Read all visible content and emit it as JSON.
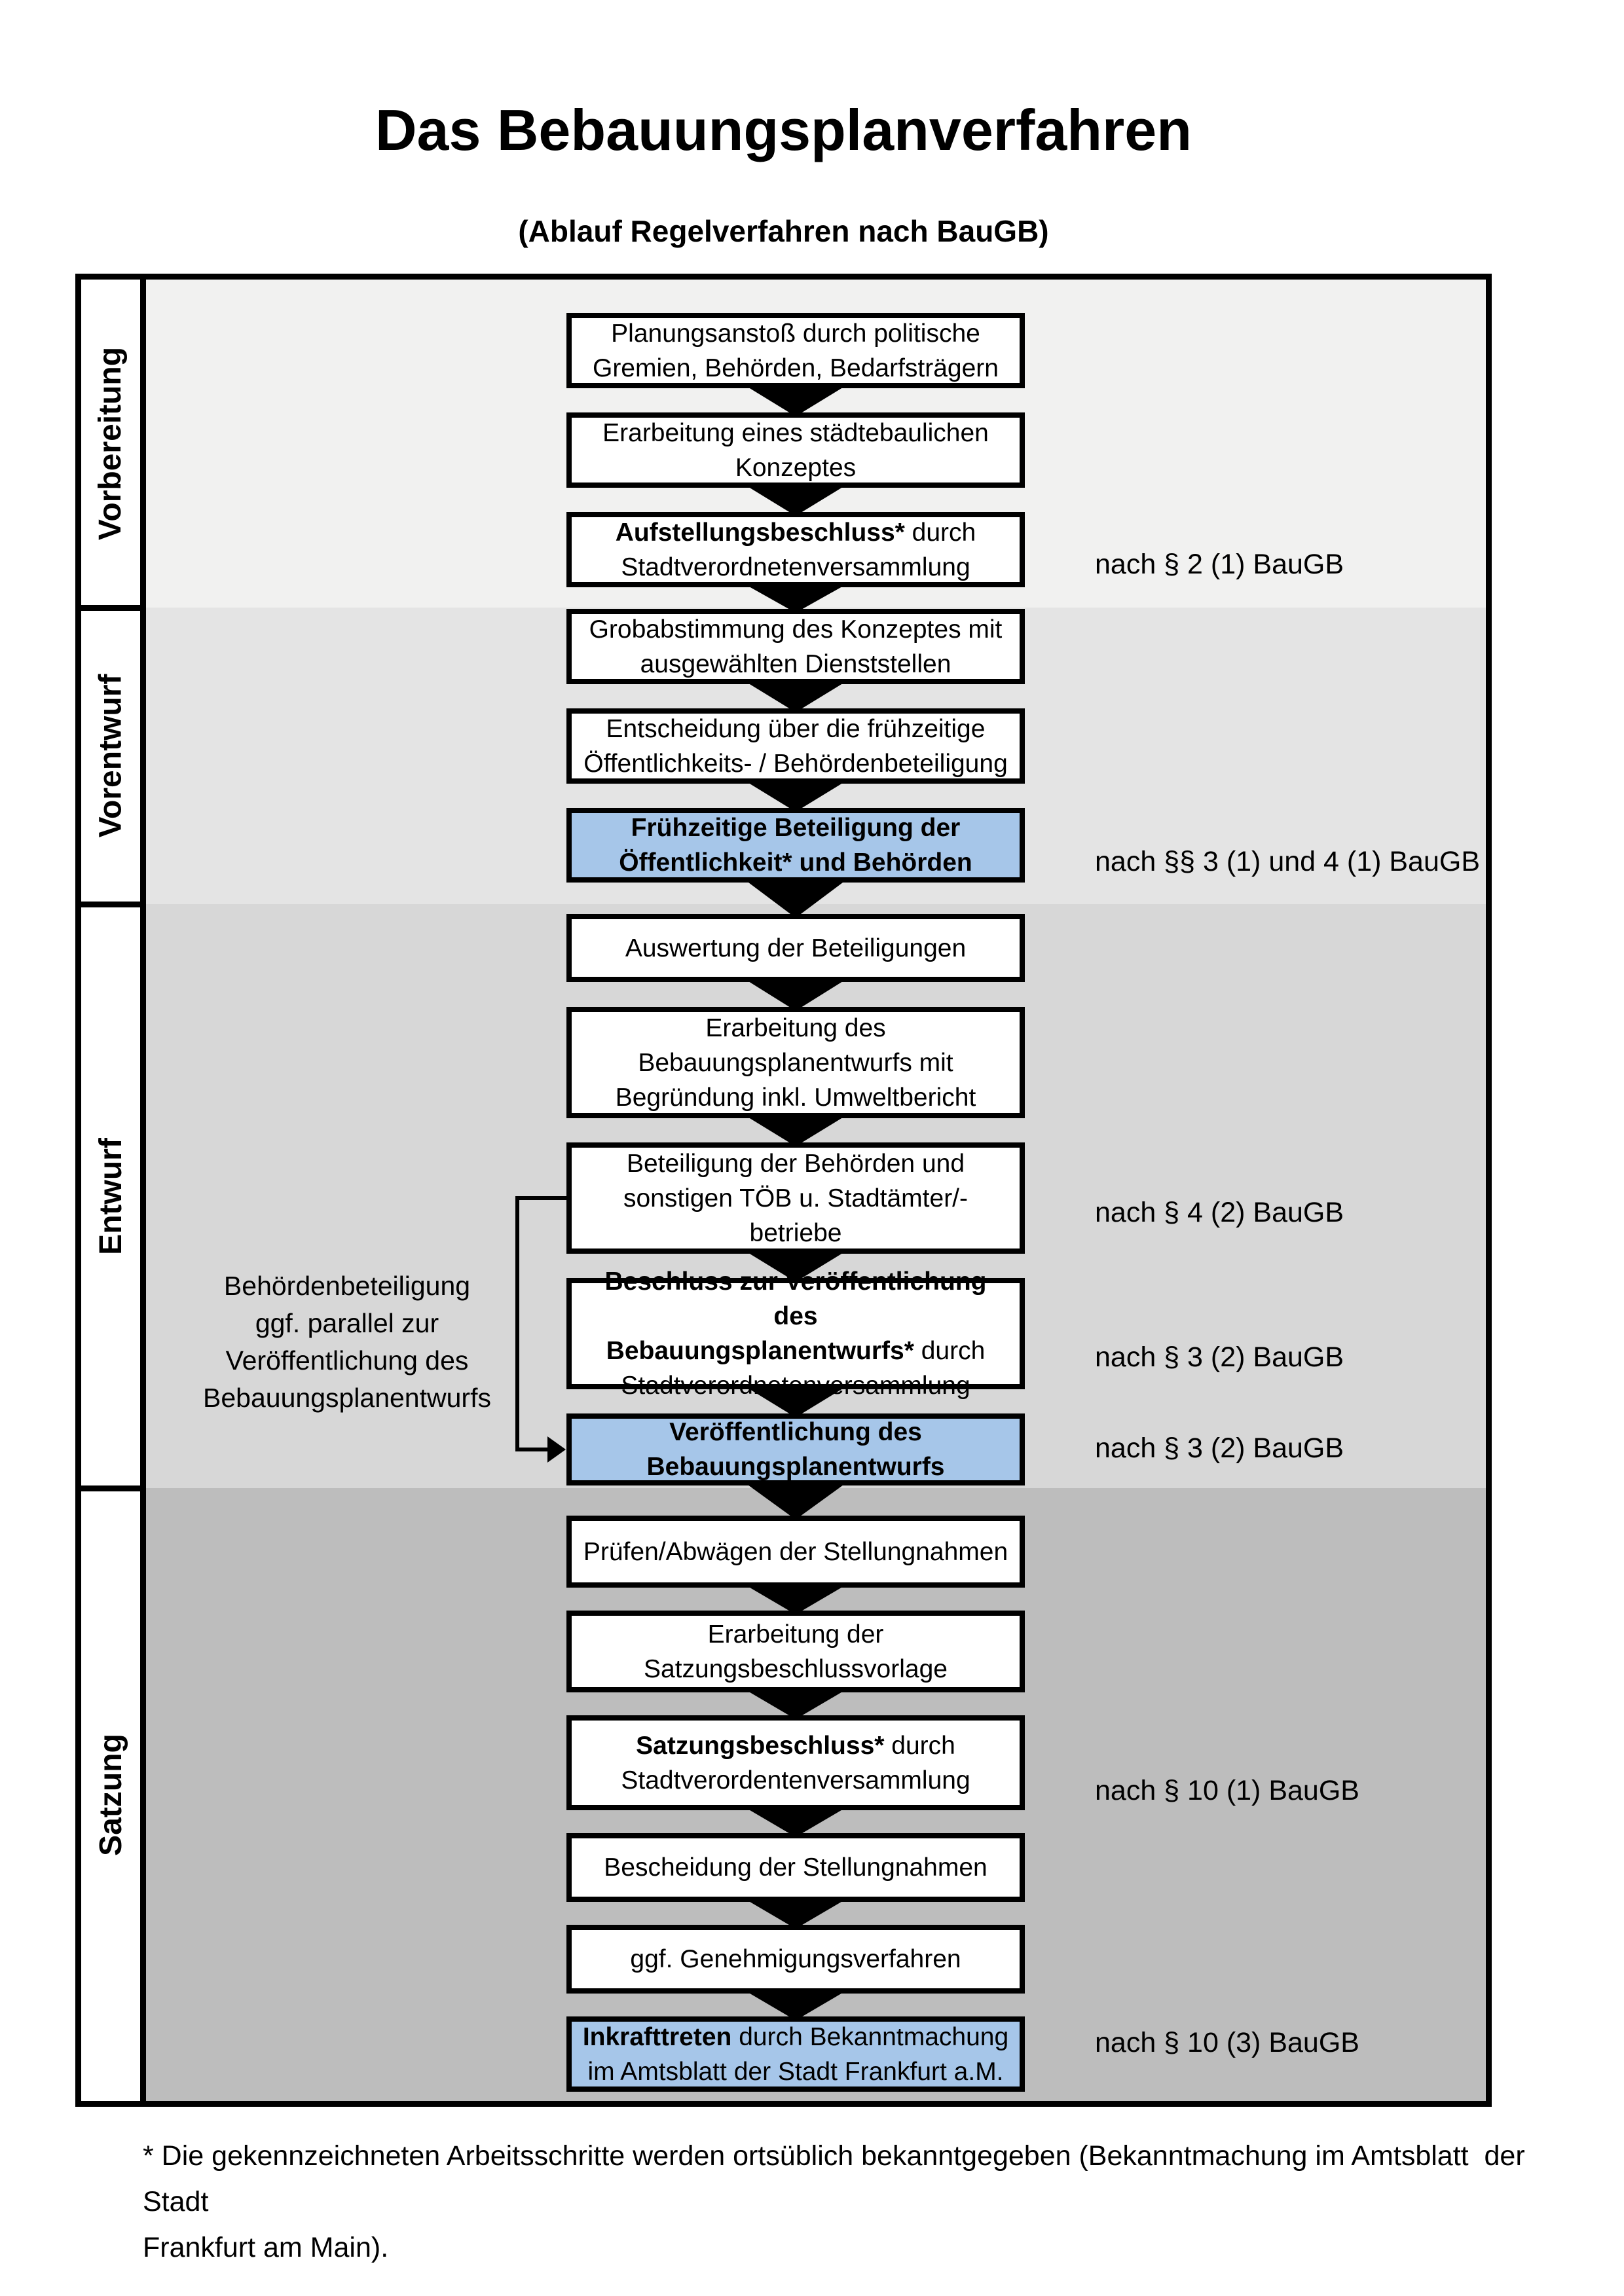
{
  "title": "Das Bebauungsplanverfahren",
  "subtitle": "(Ablauf Regelverfahren nach BauGB)",
  "phases": [
    {
      "id": "vorbereitung",
      "label": "Vorbereitung",
      "bg": "#F1F1F0"
    },
    {
      "id": "vorentwurf",
      "label": "Vorentwurf",
      "bg": "#E4E4E4"
    },
    {
      "id": "entwurf",
      "label": "Entwurf",
      "bg": "#D7D7D7"
    },
    {
      "id": "satzung",
      "label": "Satzung",
      "bg": "#BDBDBD"
    }
  ],
  "flow": {
    "boxes": [
      {
        "id": "b1",
        "phase": "vorbereitung",
        "highlight": false,
        "lines": [
          [
            {
              "t": "Planungsanstoß durch politische",
              "b": false
            }
          ],
          [
            {
              "t": "Gremien, Behörden, Bedarfsträgern",
              "b": false
            }
          ]
        ]
      },
      {
        "id": "b2",
        "phase": "vorbereitung",
        "highlight": false,
        "lines": [
          [
            {
              "t": "Erarbeitung eines städtebaulichen",
              "b": false
            }
          ],
          [
            {
              "t": "Konzeptes",
              "b": false
            }
          ]
        ]
      },
      {
        "id": "b3",
        "phase": "vorbereitung",
        "highlight": false,
        "lines": [
          [
            {
              "t": "Aufstellungsbeschluss*",
              "b": true
            },
            {
              "t": " durch",
              "b": false
            }
          ],
          [
            {
              "t": "Stadtverordnetenversammlung",
              "b": false
            }
          ]
        ]
      },
      {
        "id": "b4",
        "phase": "vorentwurf",
        "highlight": false,
        "lines": [
          [
            {
              "t": "Grobabstimmung des Konzeptes mit",
              "b": false
            }
          ],
          [
            {
              "t": "ausgewählten Dienststellen",
              "b": false
            }
          ]
        ]
      },
      {
        "id": "b5",
        "phase": "vorentwurf",
        "highlight": false,
        "lines": [
          [
            {
              "t": "Entscheidung über die frühzeitige",
              "b": false
            }
          ],
          [
            {
              "t": "Öffentlichkeits- / Behördenbeteiligung",
              "b": false
            }
          ]
        ]
      },
      {
        "id": "b6",
        "phase": "vorentwurf",
        "highlight": true,
        "lines": [
          [
            {
              "t": "Frühzeitige Beteiligung der",
              "b": true
            }
          ],
          [
            {
              "t": "Öffentlichkeit* und Behörden",
              "b": true
            }
          ]
        ]
      },
      {
        "id": "b7",
        "phase": "entwurf",
        "highlight": false,
        "lines": [
          [
            {
              "t": "Auswertung der Beteiligungen",
              "b": false
            }
          ]
        ]
      },
      {
        "id": "b8",
        "phase": "entwurf",
        "highlight": false,
        "lines": [
          [
            {
              "t": "Erarbeitung des",
              "b": false
            }
          ],
          [
            {
              "t": "Bebauungsplanentwurfs mit",
              "b": false
            }
          ],
          [
            {
              "t": "Begründung inkl. Umweltbericht",
              "b": false
            }
          ]
        ]
      },
      {
        "id": "b9",
        "phase": "entwurf",
        "highlight": false,
        "lines": [
          [
            {
              "t": "Beteiligung der Behörden und",
              "b": false
            }
          ],
          [
            {
              "t": "sonstigen TÖB u. Stadtämter/-betriebe",
              "b": false
            }
          ]
        ]
      },
      {
        "id": "b10",
        "phase": "entwurf",
        "highlight": false,
        "lines": [
          [
            {
              "t": "Beschluss zur Veröffentlichung des",
              "b": true
            }
          ],
          [
            {
              "t": "Bebauungsplanentwurfs*",
              "b": true
            },
            {
              "t": " durch",
              "b": false
            }
          ],
          [
            {
              "t": "Stadtverordnetenversammlung",
              "b": false
            }
          ]
        ]
      },
      {
        "id": "b11",
        "phase": "entwurf",
        "highlight": true,
        "lines": [
          [
            {
              "t": "Veröffentlichung des",
              "b": true
            }
          ],
          [
            {
              "t": "Bebauungsplanentwurfs",
              "b": true
            }
          ]
        ]
      },
      {
        "id": "b12",
        "phase": "satzung",
        "highlight": false,
        "lines": [
          [
            {
              "t": "Prüfen/Abwägen der Stellungnahmen",
              "b": false
            }
          ]
        ]
      },
      {
        "id": "b13",
        "phase": "satzung",
        "highlight": false,
        "lines": [
          [
            {
              "t": "Erarbeitung der",
              "b": false
            }
          ],
          [
            {
              "t": "Satzungsbeschlussvorlage",
              "b": false
            }
          ]
        ]
      },
      {
        "id": "b14",
        "phase": "satzung",
        "highlight": false,
        "lines": [
          [
            {
              "t": "Satzungsbeschluss*",
              "b": true
            },
            {
              "t": " durch",
              "b": false
            }
          ],
          [
            {
              "t": "Stadtverordentenversammlung",
              "b": false
            }
          ]
        ]
      },
      {
        "id": "b15",
        "phase": "satzung",
        "highlight": false,
        "lines": [
          [
            {
              "t": "Bescheidung der Stellungnahmen",
              "b": false
            }
          ]
        ]
      },
      {
        "id": "b16",
        "phase": "satzung",
        "highlight": false,
        "lines": [
          [
            {
              "t": "ggf. Genehmigungsverfahren",
              "b": false
            }
          ]
        ]
      },
      {
        "id": "b17",
        "phase": "satzung",
        "highlight": true,
        "lines": [
          [
            {
              "t": "Inkrafttreten",
              "b": true
            },
            {
              "t": " durch Bekanntmachung",
              "b": false
            }
          ],
          [
            {
              "t": "im Amtsblatt der Stadt Frankfurt a.M.",
              "b": false
            }
          ]
        ]
      }
    ]
  },
  "legal_refs": [
    {
      "box": "b3",
      "text": "nach § 2 (1) BauGB"
    },
    {
      "box": "b6",
      "text": "nach §§ 3 (1) und 4 (1) BauGB"
    },
    {
      "box": "b9",
      "text": "nach § 4 (2) BauGB"
    },
    {
      "box": "b10",
      "text": "nach § 3 (2) BauGB"
    },
    {
      "box": "b11",
      "text": "nach § 3 (2) BauGB"
    },
    {
      "box": "b14",
      "text": "nach § 10 (1) BauGB"
    },
    {
      "box": "b17",
      "text": "nach § 10 (3) BauGB"
    }
  ],
  "side_note": {
    "lines": [
      "Behördenbeteiligung",
      "ggf. parallel zur",
      "Veröffentlichung des",
      "Bebauungsplanentwurfs"
    ]
  },
  "footnote": "* Die gekennzeichneten Arbeitsschritte werden ortsüblich bekanntgegeben (Bekanntmachung im Amtsblatt  der Stadt\nFrankfurt am Main).",
  "colors": {
    "highlight_box": "#A6C6E9",
    "box_background": "#FFFFFF",
    "line_color": "#000000"
  }
}
